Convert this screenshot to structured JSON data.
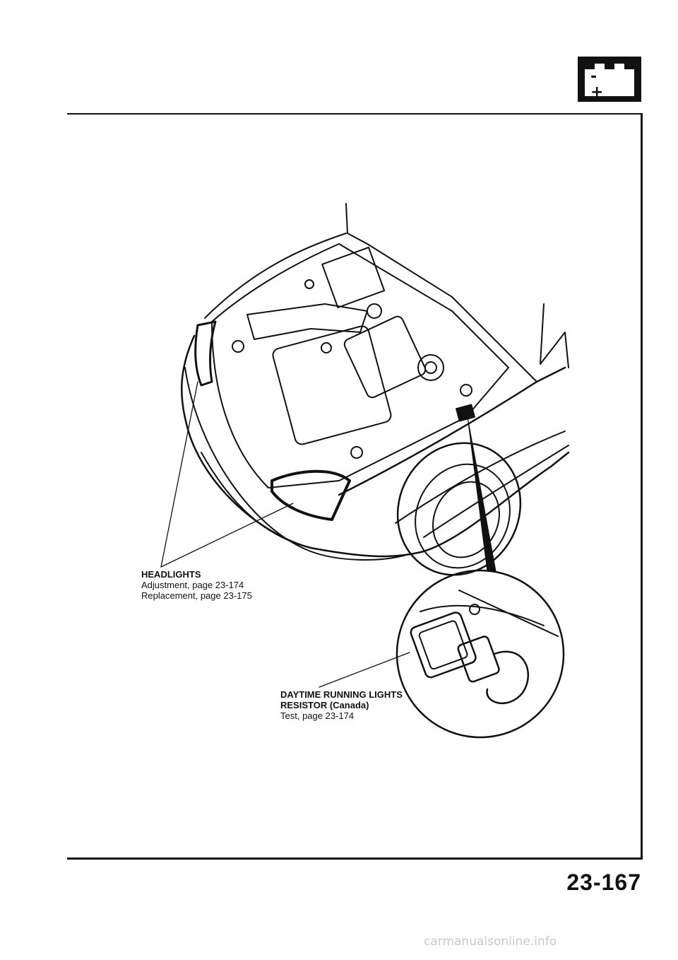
{
  "header": {
    "icon": "battery-icon",
    "battery_signs": "- +"
  },
  "callouts": {
    "headlights": {
      "title": "HEADLIGHTS",
      "lines": [
        "Adjustment, page 23-174",
        "Replacement, page 23-175"
      ]
    },
    "drl_resistor": {
      "title_line1": "DAYTIME RUNNING LIGHTS",
      "title_line2": "RESISTOR (Canada)",
      "lines": [
        "Test, page 23-174"
      ]
    }
  },
  "footer": {
    "page_number": "23-167",
    "watermark": "carmanualsonline.info"
  }
}
